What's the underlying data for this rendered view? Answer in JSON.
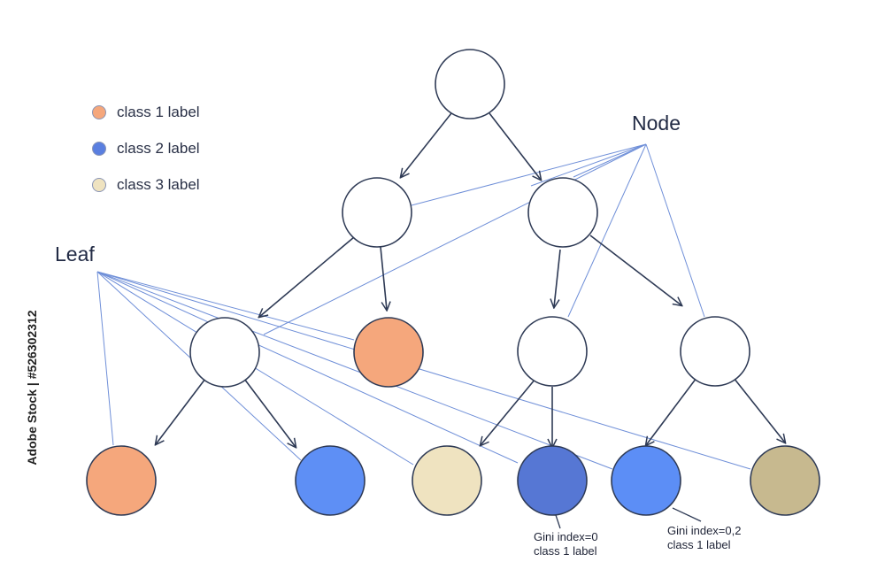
{
  "legend": [
    {
      "label": "class 1 label",
      "color": "#f5a77c"
    },
    {
      "label": "class 2 label",
      "color": "#5a7fe0"
    },
    {
      "label": "class 3 label",
      "color": "#efe3c0"
    }
  ],
  "labels": {
    "node": "Node",
    "leaf": "Leaf"
  },
  "annotations": [
    {
      "line1": "Gini index=0",
      "line2": "class 1 label"
    },
    {
      "line1": "Gini index=0,2",
      "line2": "class 1 label"
    }
  ],
  "side_text": "Adobe Stock | #526302312",
  "colors": {
    "node_fill": "#ffffff",
    "stroke": "#2e3a55",
    "pointer_line": "#6f8fd8",
    "leaf_orange": "#f5a77c",
    "leaf_blue": "#5e8ff5",
    "leaf_cream": "#efe3c0",
    "leaf_darkblue": "#5677d4",
    "leaf_brightblue": "#5c8ef6",
    "leaf_tan": "#c7b98f"
  }
}
